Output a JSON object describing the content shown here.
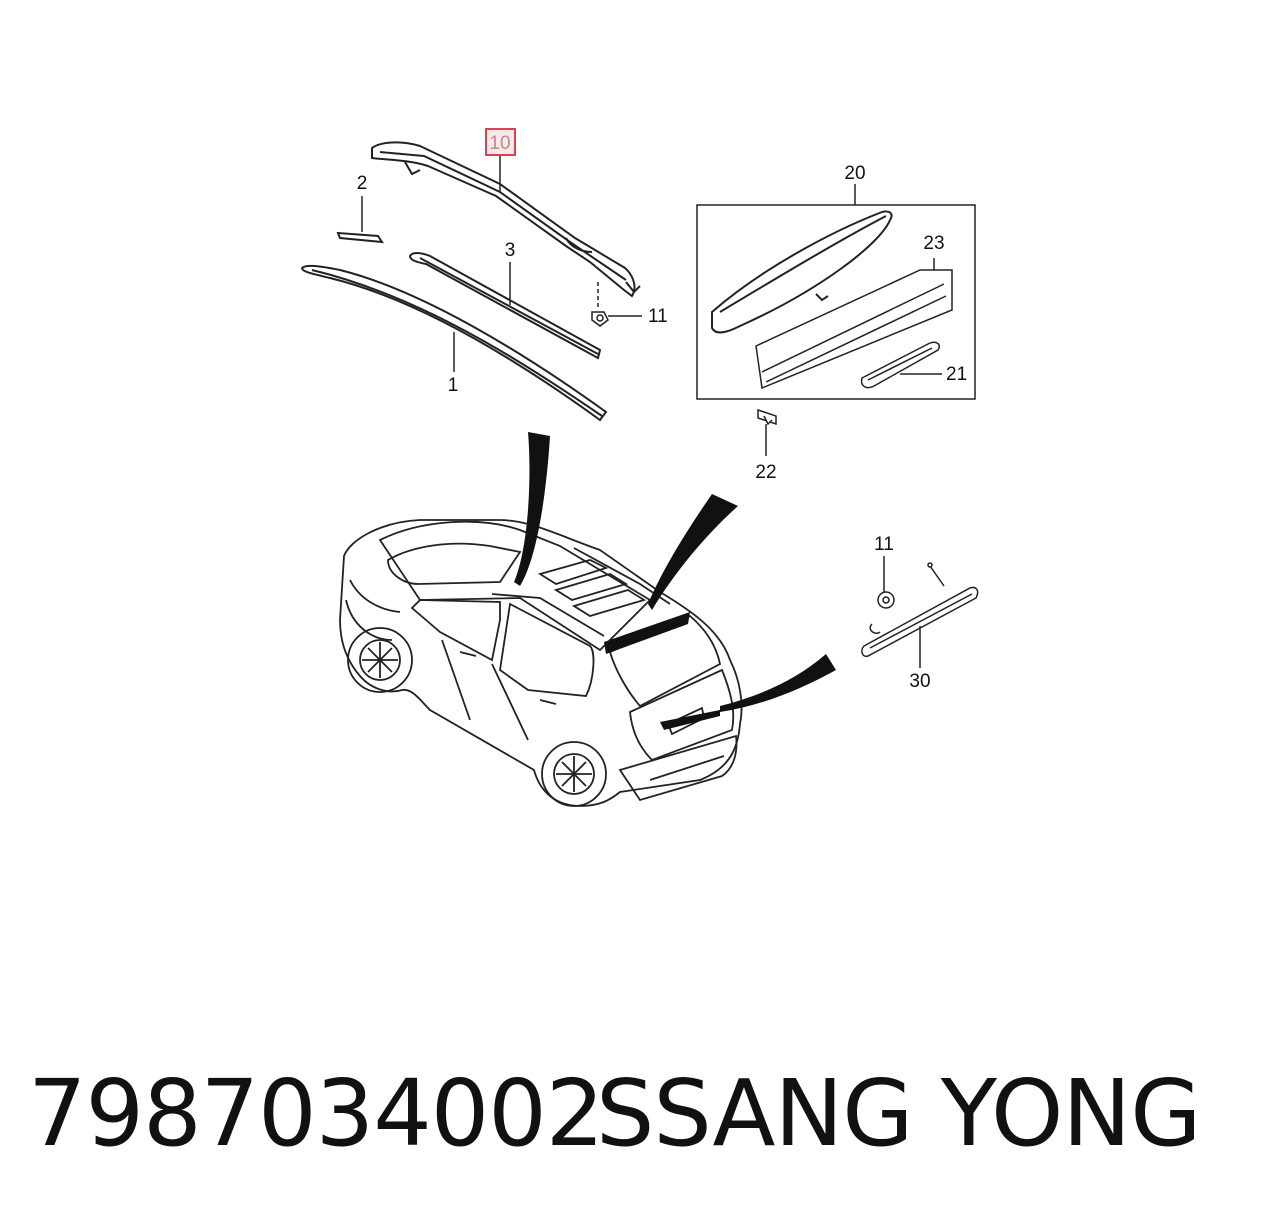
{
  "diagram": {
    "callouts": {
      "rail_rear": "10",
      "end_cap": "2",
      "molding_upper": "3",
      "molding_lower": "1",
      "nut_rail": "11",
      "spoiler_assy": "20",
      "spoiler_strip": "23",
      "stop_lamp": "21",
      "bolt": "22",
      "nut_lamp": "11",
      "high_mount_lamp": "30"
    },
    "highlighted_callout": "10",
    "highlight_color": "#d9434f"
  },
  "footer": {
    "part_number": "7987034002",
    "brand": "SSANG YONG"
  }
}
